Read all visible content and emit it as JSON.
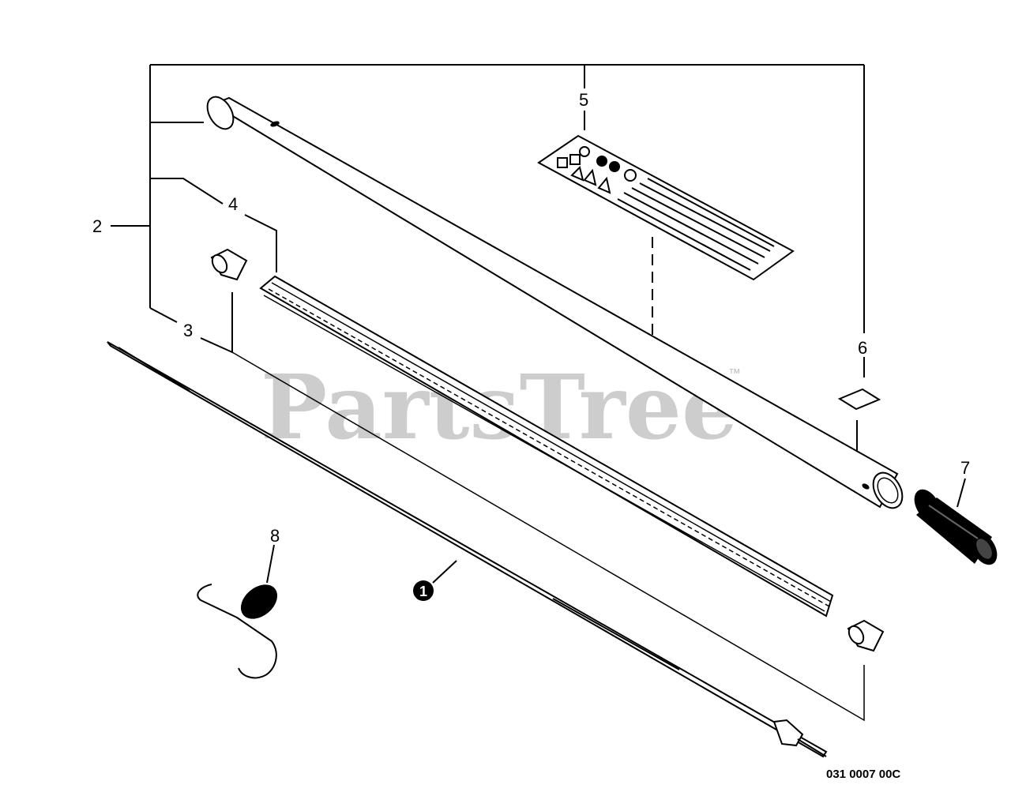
{
  "diagram": {
    "callouts": {
      "c1": "1",
      "c2": "2",
      "c3": "3",
      "c4": "4",
      "c5": "5",
      "c6": "6",
      "c7": "7",
      "c8": "8"
    },
    "watermark": "PartsTree",
    "trademark": "™",
    "figure_code": "031 0007 00C"
  },
  "colors": {
    "ink": "#000000",
    "watermark": "#bdbdbd",
    "background": "#ffffff"
  }
}
